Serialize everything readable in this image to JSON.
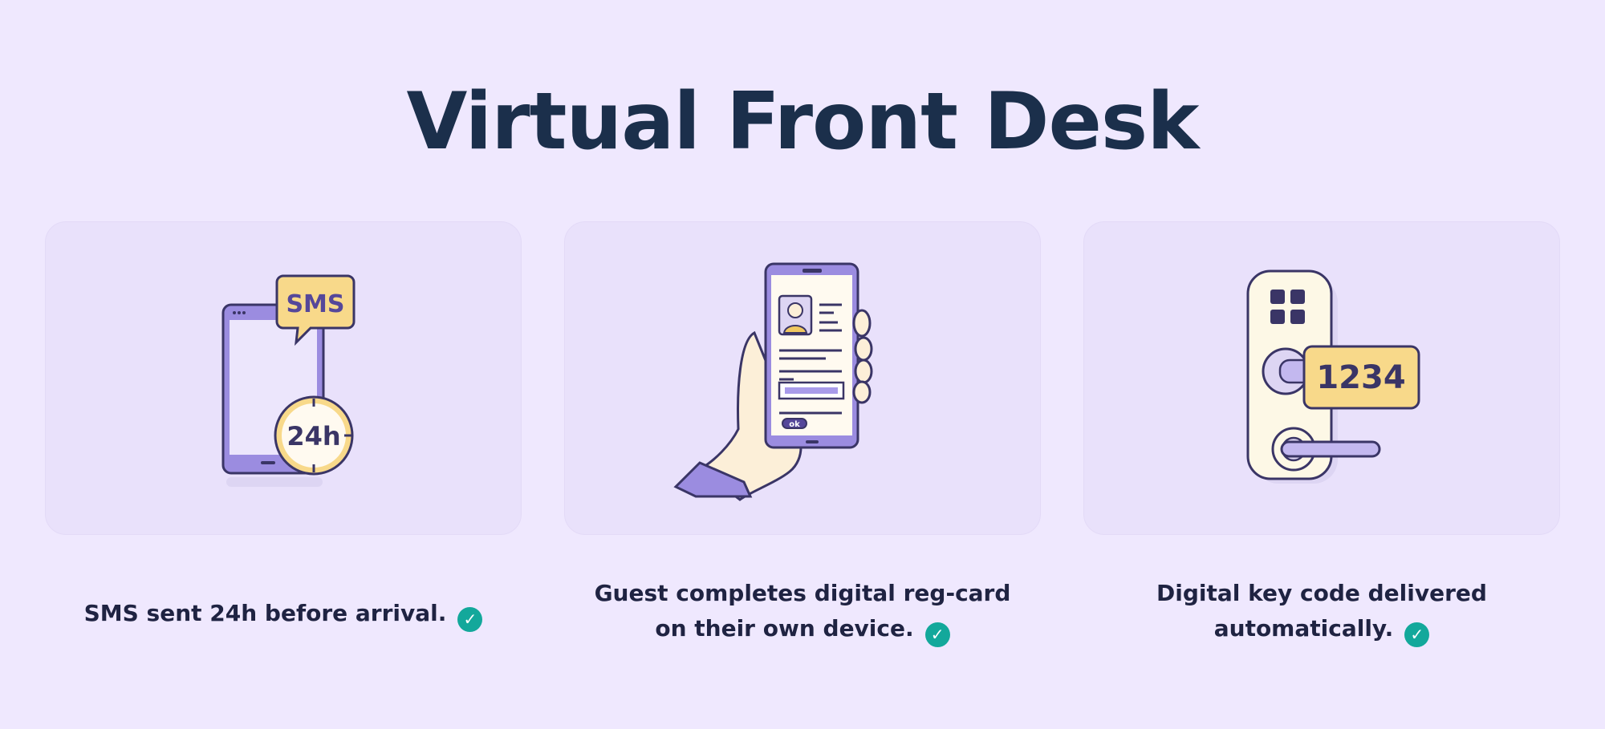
{
  "title": "Virtual Front Desk",
  "steps": [
    {
      "caption_line1": "SMS sent 24h before arrival.",
      "caption_line2": "",
      "icon": "phone-sms-24h-icon",
      "bubble_text": "SMS",
      "clock_text": "24h"
    },
    {
      "caption_line1": "Guest completes digital reg-card",
      "caption_line2": "on their own device.",
      "icon": "hand-holding-phone-regcard-icon",
      "button_text": "ok"
    },
    {
      "caption_line1": "Digital key code delivered",
      "caption_line2": "automatically.",
      "icon": "door-lock-keycode-icon",
      "code_text": "1234"
    }
  ],
  "colors": {
    "background": "#efe8fe",
    "card": "#e9e1fb",
    "title": "#1b2f4b",
    "check": "#13a89b",
    "purple": "#9b8ce0",
    "yellow": "#f8d98a",
    "outline": "#3a3566"
  }
}
